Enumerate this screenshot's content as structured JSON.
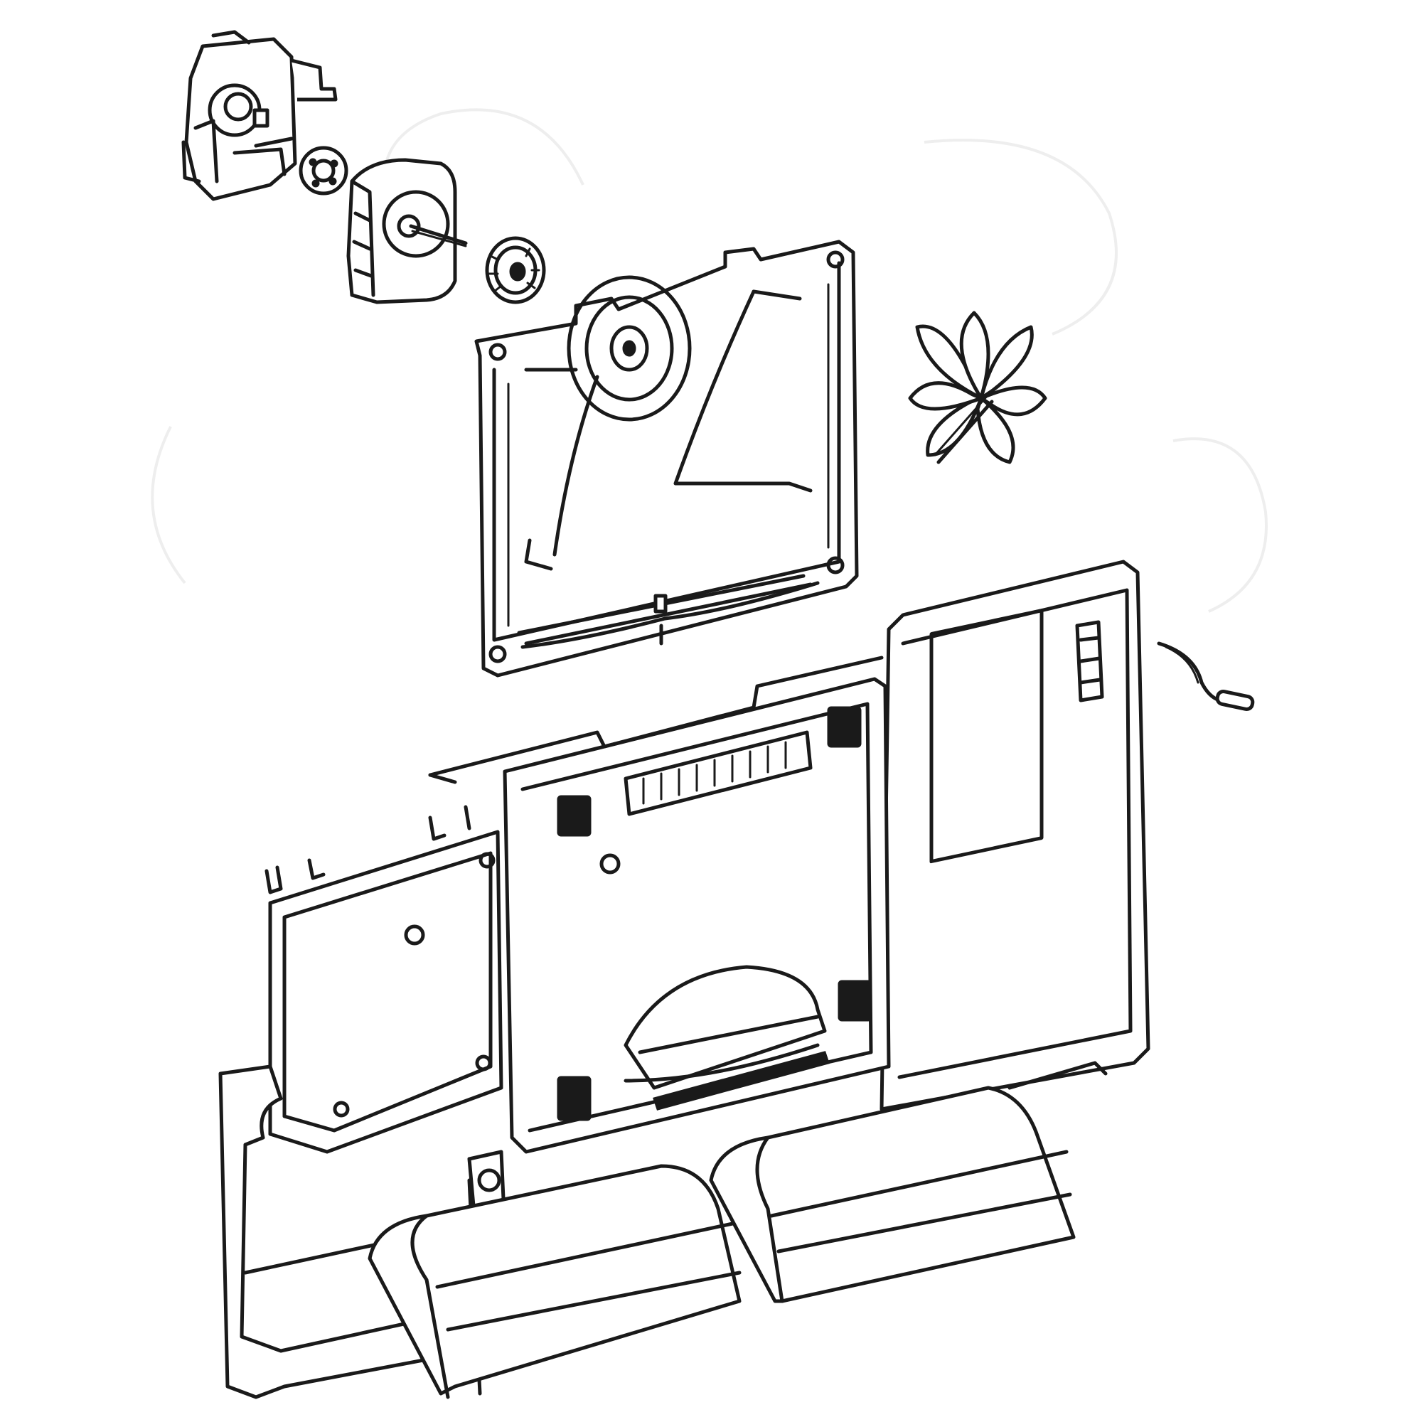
{
  "diagram": {
    "parts": [
      {
        "id": "damper-housing",
        "icon": "damper-housing-icon"
      },
      {
        "id": "motor-gasket",
        "icon": "gasket-icon"
      },
      {
        "id": "damper-motor",
        "icon": "motor-icon"
      },
      {
        "id": "gear-wheel",
        "icon": "gear-icon"
      },
      {
        "id": "fan-shroud",
        "icon": "fan-shroud-icon"
      },
      {
        "id": "fan-blade",
        "icon": "fan-blade-icon"
      },
      {
        "id": "evaporator-cover",
        "icon": "evaporator-cover-icon"
      },
      {
        "id": "thermistor-sensor",
        "icon": "sensor-icon"
      }
    ],
    "colors": {
      "line": "#1a1a1a",
      "background": "#ffffff"
    }
  }
}
